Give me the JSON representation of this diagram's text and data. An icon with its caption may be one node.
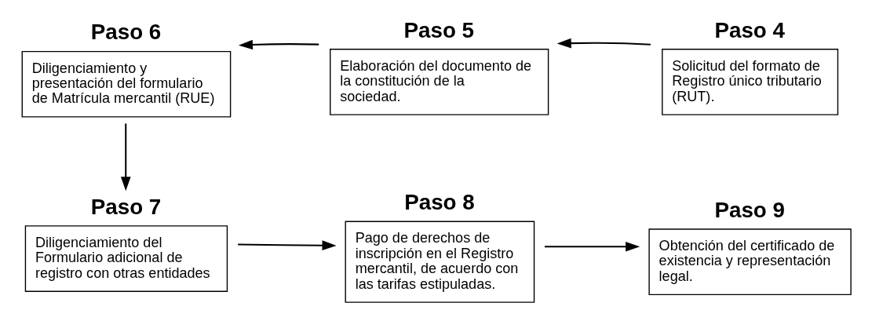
{
  "diagram": {
    "nodes": [
      {
        "text": [
          "Paso 6",
          "Diligenciamiento y presentación del formulario de Matrícula mercantil (RUE)"
        ]
      },
      {
        "text": [
          "Paso 5",
          "Elaboración del documento de la constitución de la sociedad."
        ]
      },
      {
        "text": [
          "Paso 4",
          "Solicitud del formato de Registro único tributario (RUT)."
        ]
      },
      {
        "text": [
          "Paso 7",
          "Diligenciamiento del Formulario adicional de registro con otras entidades"
        ]
      },
      {
        "text": [
          "Paso 8",
          "Pago de derechos de inscripción en el Registro mercantil, de acuerdo con las tarifas estipuladas."
        ]
      },
      {
        "text": [
          "Paso 9",
          "Obtención del certificado de existencia y representación legal."
        ]
      }
    ],
    "edges": [
      {
        "from": 2,
        "to": 1,
        "arrow": "to"
      },
      {
        "from": 1,
        "to": 0,
        "arrow": "to"
      },
      {
        "from": 0,
        "to": 3,
        "arrow": "to"
      },
      {
        "from": 3,
        "to": 4,
        "arrow": "to"
      },
      {
        "from": 4,
        "to": 5,
        "arrow": "to"
      }
    ]
  }
}
